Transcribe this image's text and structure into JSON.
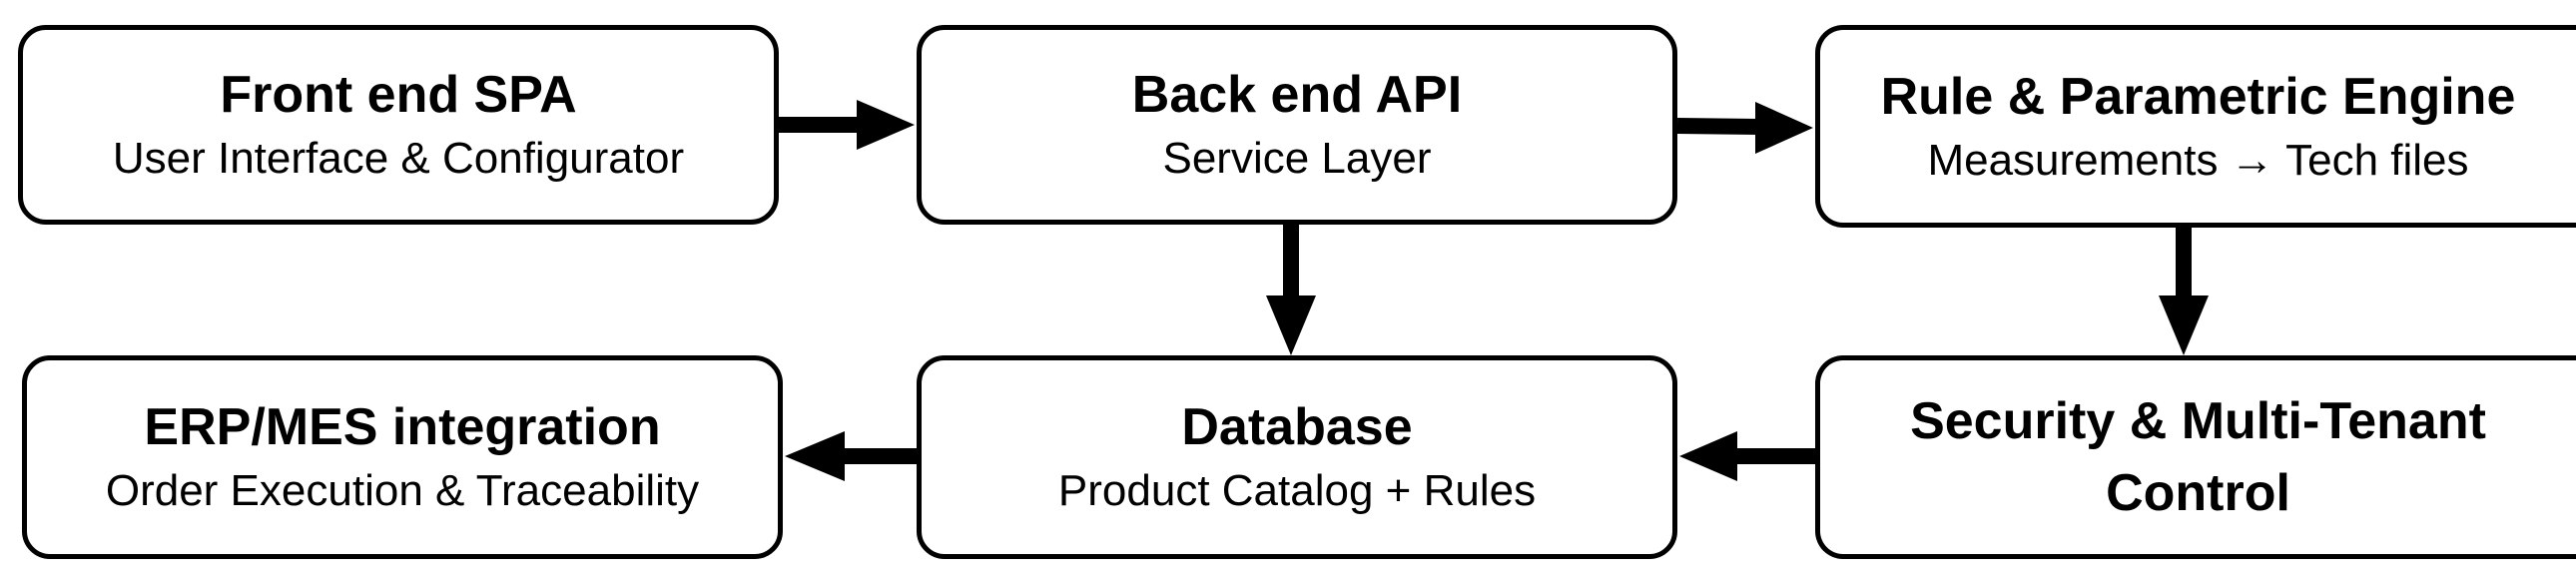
{
  "nodes": {
    "frontend": {
      "title": "Front end SPA",
      "subtitle": "User Interface & Configurator"
    },
    "backend": {
      "title": "Back end API",
      "subtitle": "Service Layer"
    },
    "rule_engine": {
      "title": "Rule & Parametric Engine",
      "subtitle": "Measurements → Tech files"
    },
    "erp": {
      "title": "ERP/MES integration",
      "subtitle": "Order Execution & Traceability"
    },
    "database": {
      "title": "Database",
      "subtitle": "Product Catalog + Rules"
    },
    "security": {
      "title_line1": "Security & Multi-Tenant",
      "title_line2": "Control"
    }
  },
  "edges": [
    {
      "from": "frontend",
      "to": "backend"
    },
    {
      "from": "backend",
      "to": "rule_engine"
    },
    {
      "from": "backend",
      "to": "database"
    },
    {
      "from": "rule_engine",
      "to": "security"
    },
    {
      "from": "security",
      "to": "database"
    },
    {
      "from": "database",
      "to": "erp"
    }
  ],
  "colors": {
    "stroke": "#000000",
    "fill": "#ffffff",
    "text": "#000000"
  }
}
